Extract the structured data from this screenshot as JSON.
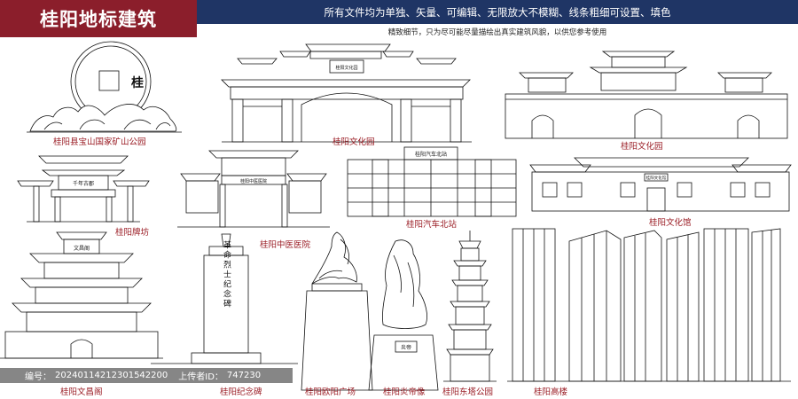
{
  "header": {
    "title": "桂阳地标建筑",
    "description": "所有文件均为单独、矢量、可编辑、无限放大不模糊、线条粗细可设置、填色",
    "subdescription": "精致细节，只为尽可能尽量描绘出真实建筑风貌，以供您参考使用"
  },
  "landmarks": [
    {
      "label": "桂阳县宝山国家矿山公园"
    },
    {
      "label": "桂阳文化园"
    },
    {
      "label": "桂阳文化园"
    },
    {
      "label": "桂阳牌坊"
    },
    {
      "label": "桂阳中医医院"
    },
    {
      "label": "桂阳汽车北站"
    },
    {
      "label": "桂阳文化馆"
    },
    {
      "label": "桂阳文昌阁"
    },
    {
      "label": "桂阳纪念碑"
    },
    {
      "label": "桂阳欧阳广场"
    },
    {
      "label": "桂阳炎帝像"
    },
    {
      "label": "桂阳东塔公园"
    },
    {
      "label": "桂阳高楼"
    }
  ],
  "signs": {
    "coin_char": "桂",
    "arch_plaque": "桂阳文化园",
    "paifang_plaque": "千年古郡",
    "hospital_plaque": "桂阳中医医院",
    "station_sign": "桂阳汽车北站",
    "museum_plaque": "桂阳文化馆",
    "wenchang_plaque": "文昌阁",
    "monument_text": "革命烈士纪念碑",
    "yandi_text": "炎帝"
  },
  "footer": {
    "id_label": "编号：",
    "id_value": "20240114212301542200",
    "uploader_label": "上传者ID：",
    "uploader_value": "747230"
  }
}
